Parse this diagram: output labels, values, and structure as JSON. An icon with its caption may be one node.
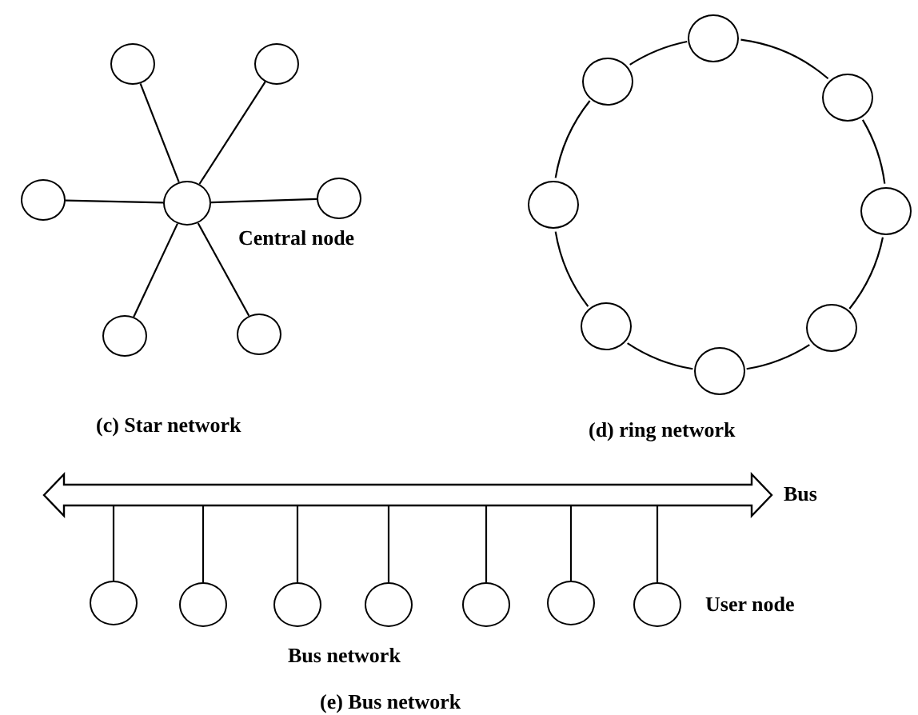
{
  "diagram": {
    "nodes": [
      {
        "text": [],
        "shape": "circle"
      },
      {
        "text": [],
        "shape": "circle"
      },
      {
        "text": [],
        "shape": "circle"
      },
      {
        "text": [],
        "shape": "circle"
      },
      {
        "text": [],
        "shape": "circle"
      },
      {
        "text": [],
        "shape": "circle"
      },
      {
        "text": [],
        "shape": "circle"
      },
      {
        "text": [],
        "shape": "circle"
      },
      {
        "text": [],
        "shape": "circle"
      },
      {
        "text": [],
        "shape": "circle"
      },
      {
        "text": [],
        "shape": "circle"
      },
      {
        "text": [],
        "shape": "circle"
      },
      {
        "text": [],
        "shape": "circle"
      },
      {
        "text": [],
        "shape": "circle"
      },
      {
        "text": [],
        "shape": "circle"
      },
      {
        "text": [],
        "shape": "bar",
        "beside": [
          "Bus"
        ]
      },
      {
        "text": [],
        "shape": "circle"
      },
      {
        "text": [],
        "shape": "circle"
      },
      {
        "text": [],
        "shape": "circle"
      },
      {
        "text": [],
        "shape": "circle"
      },
      {
        "text": [],
        "shape": "circle"
      },
      {
        "text": [],
        "shape": "circle"
      },
      {
        "text": [],
        "shape": "circle",
        "beside": [
          "User node"
        ]
      }
    ],
    "edges": [
      {
        "from": 0,
        "to": 1,
        "arrow": "none"
      },
      {
        "from": 0,
        "to": 2,
        "arrow": "none"
      },
      {
        "from": 0,
        "to": 3,
        "arrow": "none"
      },
      {
        "from": 0,
        "to": 4,
        "arrow": "none"
      },
      {
        "from": 0,
        "to": 5,
        "arrow": "none"
      },
      {
        "from": 0,
        "to": 6,
        "arrow": "none"
      },
      {
        "from": 7,
        "to": 8,
        "arrow": "none"
      },
      {
        "from": 8,
        "to": 9,
        "arrow": "none"
      },
      {
        "from": 9,
        "to": 10,
        "arrow": "none"
      },
      {
        "from": 10,
        "to": 11,
        "arrow": "none"
      },
      {
        "from": 11,
        "to": 12,
        "arrow": "none"
      },
      {
        "from": 12,
        "to": 13,
        "arrow": "none"
      },
      {
        "from": 13,
        "to": 14,
        "arrow": "none"
      },
      {
        "from": 14,
        "to": 7,
        "arrow": "none"
      },
      {
        "from": 15,
        "to": 16,
        "arrow": "none"
      },
      {
        "from": 15,
        "to": 17,
        "arrow": "none"
      },
      {
        "from": 15,
        "to": 18,
        "arrow": "none"
      },
      {
        "from": 15,
        "to": 19,
        "arrow": "none"
      },
      {
        "from": 15,
        "to": 20,
        "arrow": "none"
      },
      {
        "from": 15,
        "to": 21,
        "arrow": "none"
      },
      {
        "from": 15,
        "to": 22,
        "arrow": "none"
      }
    ],
    "labels": [
      "Central node",
      "(c) Star network",
      "(d) ring network",
      "Bus network",
      "(e) Bus network"
    ]
  }
}
